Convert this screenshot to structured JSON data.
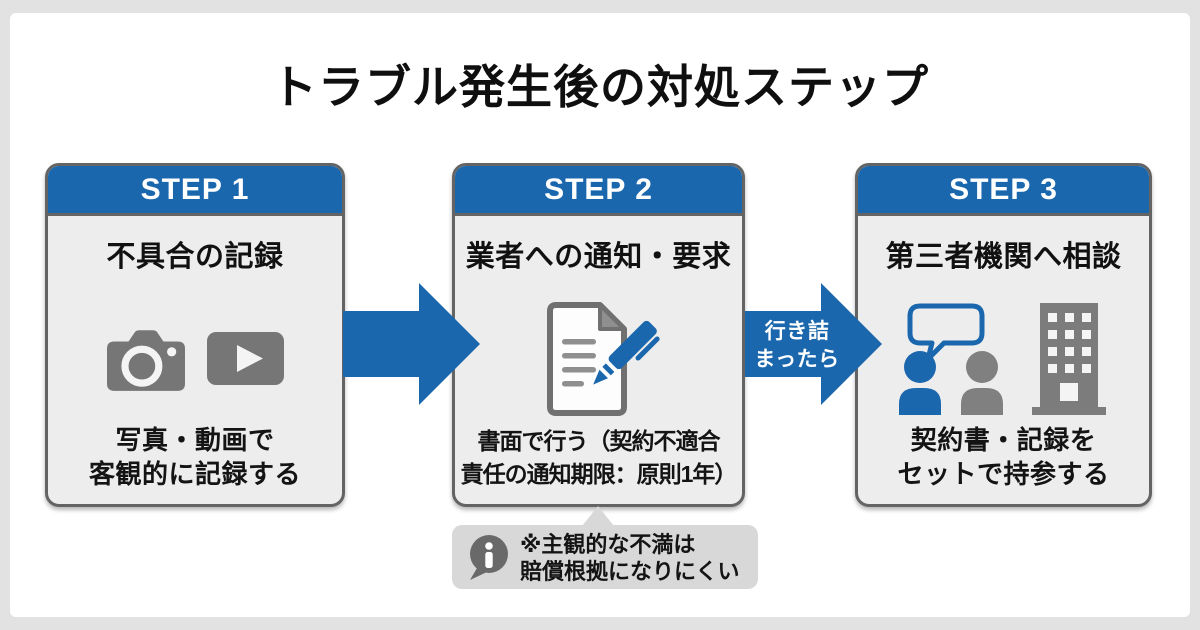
{
  "title": "トラブル発生後の対処ステップ",
  "steps": [
    {
      "header_label": "STEP 1",
      "title": "不具合の記録",
      "caption_line1": "写真・動画で",
      "caption_line2": "客観的に記録する",
      "icons": [
        "camera-icon",
        "video-play-icon"
      ]
    },
    {
      "header_label": "STEP 2",
      "title": "業者への通知・要求",
      "caption_line1": "書面で行う（契約不適合",
      "caption_line2": "責任の通知期限：原則1年）",
      "icons": [
        "document-pen-icon"
      ]
    },
    {
      "header_label": "STEP 3",
      "title": "第三者機関へ相談",
      "caption_line1": "契約書・記録を",
      "caption_line2": "セットで持参する",
      "icons": [
        "speech-bubble-icon",
        "person-blue-icon",
        "person-gray-icon",
        "building-icon"
      ]
    }
  ],
  "arrows": [
    {
      "name": "arrow-step1-to-step2"
    },
    {
      "name": "arrow-step2-to-step3",
      "label_line1": "行き詰",
      "label_line2": "まったら"
    }
  ],
  "note": {
    "icon": "info-icon",
    "line1": "※主観的な不満は",
    "line2": "賠償根拠になりにくい"
  },
  "colors": {
    "accent_blue": "#1b67ae",
    "icon_gray": "#767676",
    "card_border": "#646464",
    "card_body": "#ededed",
    "note_bg": "#d8d8d8",
    "page_bg": "#e2e2e2"
  }
}
